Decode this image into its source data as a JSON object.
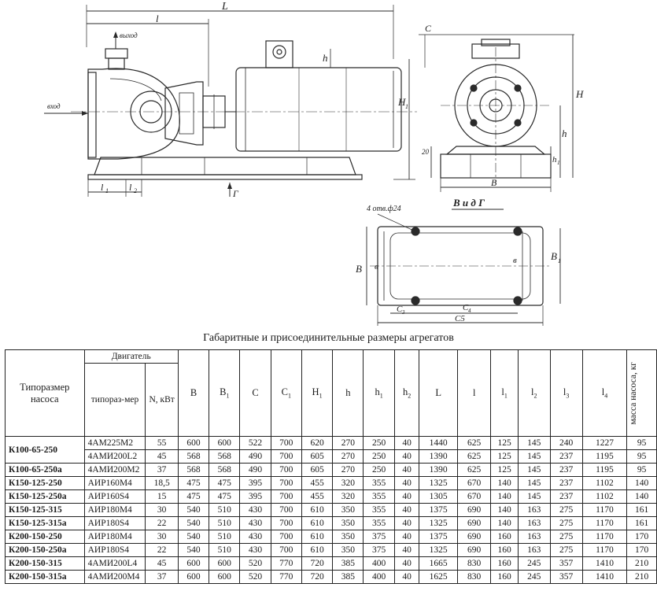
{
  "drawing": {
    "labels": {
      "L": "L",
      "l": "l",
      "vyhod": "выход",
      "vhod": "вход",
      "H1": "H",
      "H1_sub": "1",
      "h": "h",
      "l1": "l",
      "l1_sub": "1",
      "l2": "l",
      "l2_sub": "2",
      "G": "Г",
      "C": "C",
      "H": "H",
      "h_side": "h",
      "h1_side": "h",
      "h1_side_sub": "1",
      "dim20": "20",
      "B_side": "B",
      "vid": "В и д Г",
      "holes": "4 отв.ф24",
      "B_plan": "B",
      "B_inner": "в",
      "B1": "B",
      "B1_sub": "1",
      "B_inner_right": "в",
      "C3": "C",
      "C3_sub": "3",
      "C4": "C",
      "C4_sub": "4",
      "C5": "C5"
    }
  },
  "table": {
    "title": "Габаритные и присоединительные размеры агрегатов",
    "header": {
      "pump": "Типоразмер насоса",
      "engine": "Двигатель",
      "engine_type": "типораз-мер",
      "power": "N, кВт",
      "mass": "масса насоса, кг",
      "dims": [
        {
          "main": "B",
          "sub": ""
        },
        {
          "main": "B",
          "sub": "1"
        },
        {
          "main": "C",
          "sub": ""
        },
        {
          "main": "C",
          "sub": "1"
        },
        {
          "main": "H",
          "sub": "1"
        },
        {
          "main": "h",
          "sub": ""
        },
        {
          "main": "h",
          "sub": "1"
        },
        {
          "main": "h",
          "sub": "2"
        },
        {
          "main": "L",
          "sub": ""
        },
        {
          "main": "l",
          "sub": ""
        },
        {
          "main": "l",
          "sub": "1"
        },
        {
          "main": "l",
          "sub": "2"
        },
        {
          "main": "l",
          "sub": "3"
        },
        {
          "main": "l",
          "sub": "4"
        }
      ]
    },
    "rows": [
      {
        "model": "К100-65-250",
        "rowspan": 2,
        "motors": [
          {
            "type": "4АМ225М2",
            "n": "55",
            "v": [
              "600",
              "600",
              "522",
              "700",
              "620",
              "270",
              "250",
              "40",
              "1440",
              "625",
              "125",
              "145",
              "240",
              "1227"
            ],
            "mass": "95"
          },
          {
            "type": "4АМИ200L2",
            "n": "45",
            "v": [
              "568",
              "568",
              "490",
              "700",
              "605",
              "270",
              "250",
              "40",
              "1390",
              "625",
              "125",
              "145",
              "237",
              "1195"
            ],
            "mass": "95"
          }
        ]
      },
      {
        "model": "К100-65-250а",
        "rowspan": 1,
        "motors": [
          {
            "type": "4АМИ200М2",
            "n": "37",
            "v": [
              "568",
              "568",
              "490",
              "700",
              "605",
              "270",
              "250",
              "40",
              "1390",
              "625",
              "125",
              "145",
              "237",
              "1195"
            ],
            "mass": "95"
          }
        ]
      },
      {
        "model": "К150-125-250",
        "rowspan": 1,
        "motors": [
          {
            "type": "АИР160М4",
            "n": "18,5",
            "v": [
              "475",
              "475",
              "395",
              "700",
              "455",
              "320",
              "355",
              "40",
              "1325",
              "670",
              "140",
              "145",
              "237",
              "1102"
            ],
            "mass": "140"
          }
        ]
      },
      {
        "model": "К150-125-250а",
        "rowspan": 1,
        "motors": [
          {
            "type": "АИР160S4",
            "n": "15",
            "v": [
              "475",
              "475",
              "395",
              "700",
              "455",
              "320",
              "355",
              "40",
              "1305",
              "670",
              "140",
              "145",
              "237",
              "1102"
            ],
            "mass": "140"
          }
        ]
      },
      {
        "model": "К150-125-315",
        "rowspan": 1,
        "motors": [
          {
            "type": "АИР180М4",
            "n": "30",
            "v": [
              "540",
              "510",
              "430",
              "700",
              "610",
              "350",
              "355",
              "40",
              "1375",
              "690",
              "140",
              "163",
              "275",
              "1170"
            ],
            "mass": "161"
          }
        ]
      },
      {
        "model": "К150-125-315а",
        "rowspan": 1,
        "motors": [
          {
            "type": "АИР180S4",
            "n": "22",
            "v": [
              "540",
              "510",
              "430",
              "700",
              "610",
              "350",
              "355",
              "40",
              "1325",
              "690",
              "140",
              "163",
              "275",
              "1170"
            ],
            "mass": "161"
          }
        ]
      },
      {
        "model": "К200-150-250",
        "rowspan": 1,
        "motors": [
          {
            "type": "АИР180М4",
            "n": "30",
            "v": [
              "540",
              "510",
              "430",
              "700",
              "610",
              "350",
              "375",
              "40",
              "1375",
              "690",
              "160",
              "163",
              "275",
              "1170"
            ],
            "mass": "170"
          }
        ]
      },
      {
        "model": "К200-150-250а",
        "rowspan": 1,
        "motors": [
          {
            "type": "АИР180S4",
            "n": "22",
            "v": [
              "540",
              "510",
              "430",
              "700",
              "610",
              "350",
              "375",
              "40",
              "1325",
              "690",
              "160",
              "163",
              "275",
              "1170"
            ],
            "mass": "170"
          }
        ]
      },
      {
        "model": "К200-150-315",
        "rowspan": 1,
        "motors": [
          {
            "type": "4АМИ200L4",
            "n": "45",
            "v": [
              "600",
              "600",
              "520",
              "770",
              "720",
              "385",
              "400",
              "40",
              "1665",
              "830",
              "160",
              "245",
              "357",
              "1410"
            ],
            "mass": "210"
          }
        ]
      },
      {
        "model": "К200-150-315а",
        "rowspan": 1,
        "motors": [
          {
            "type": "4АМИ200М4",
            "n": "37",
            "v": [
              "600",
              "600",
              "520",
              "770",
              "720",
              "385",
              "400",
              "40",
              "1625",
              "830",
              "160",
              "245",
              "357",
              "1410"
            ],
            "mass": "210"
          }
        ]
      }
    ]
  }
}
